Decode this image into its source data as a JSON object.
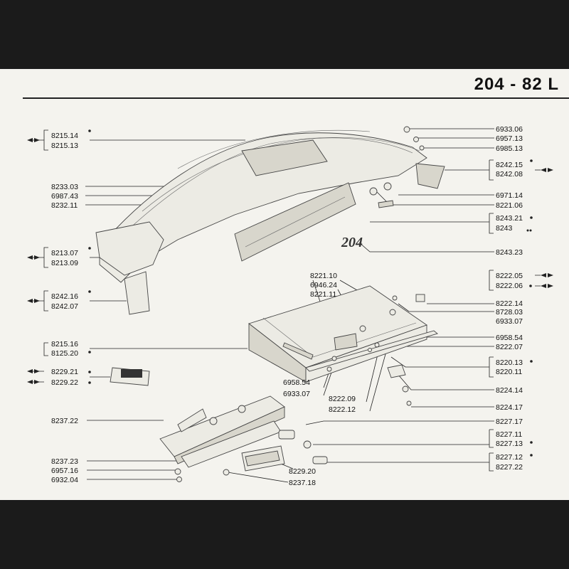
{
  "header": {
    "title": "204 - 82 L"
  },
  "labels": {
    "l_821514": "8215.14",
    "l_821513": "8215.13",
    "l_823303": "8233.03",
    "l_698743": "6987.43",
    "l_823211": "8232.11",
    "l_821307": "8213.07",
    "l_821309": "8213.09",
    "l_824216": "8242.16",
    "l_824207": "8242.07",
    "l_821516": "8215.16",
    "l_812520": "8125.20",
    "l_822921": "8229.21",
    "l_822922": "8229.22",
    "l_823722": "8237.22",
    "l_823723": "8237.23",
    "l_695716": "6957.16",
    "l_693204": "6932.04",
    "l_822110": "8221.10",
    "l_694624": "6946.24",
    "l_822111": "8221.11",
    "l_695854a": "6958.54",
    "l_693307a": "6933.07",
    "l_822209": "8222.09",
    "l_822212": "8222.12",
    "l_822920": "8229.20",
    "l_823718": "8237.18",
    "l_693306": "6933.06",
    "l_695713": "6957.13",
    "l_698513": "6985.13",
    "l_824215": "8242.15",
    "l_824208": "8242.08",
    "l_697114": "6971.14",
    "l_822106": "8221.06",
    "l_824321": "8243.21",
    "l_8243": "8243",
    "l_824323": "8243.23",
    "l_822205": "8222.05",
    "l_822206": "8222.06",
    "l_822214": "8222.14",
    "l_872803": "8728.03",
    "l_693307b": "6933.07",
    "l_695854b": "6958.54",
    "l_822207": "8222.07",
    "l_822013": "8220.13",
    "l_822011": "8220.11",
    "l_822414": "8224.14",
    "l_822417": "8224.17",
    "l_822717": "8227.17",
    "l_822711": "8227.11",
    "l_822713": "8227.13",
    "l_822712": "8227.12",
    "l_822722": "8227.22"
  },
  "badge_text": "204",
  "icons": [
    "double-arrow-icon",
    "dot-marker-icon"
  ]
}
